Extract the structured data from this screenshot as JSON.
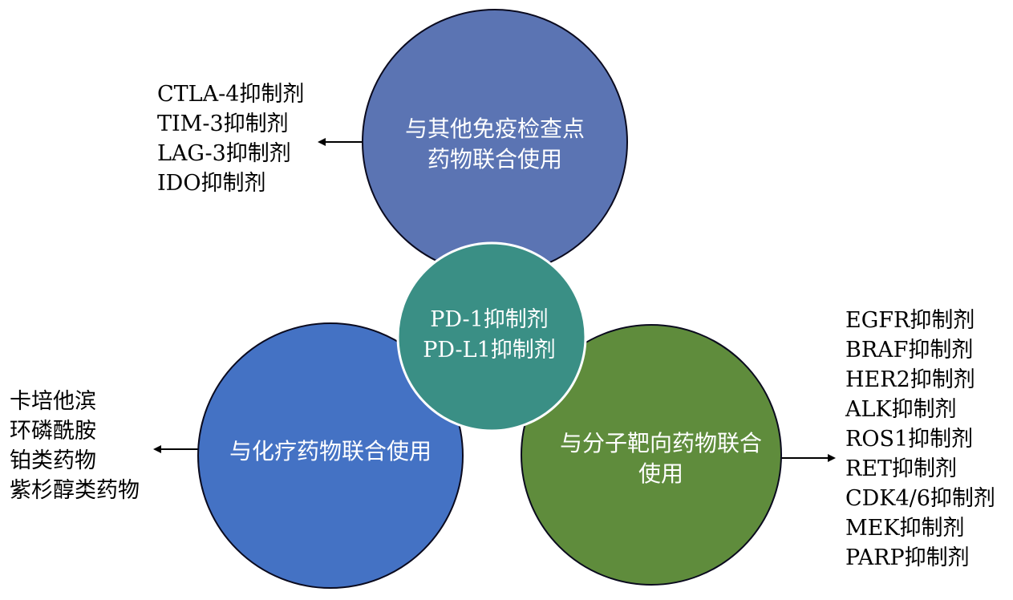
{
  "colors": {
    "top_circle": "#5b74b3",
    "left_circle": "#4472c4",
    "right_circle": "#5f8c3c",
    "center_circle": "#3a8f85",
    "circle_stroke": "#0a0a1e",
    "center_stroke": "#ffffff",
    "arrow": "#000000"
  },
  "top_circle": {
    "line1": "与其他免疫检查点",
    "line2": "药物联合使用"
  },
  "left_circle": {
    "label": "与化疗药物联合使用"
  },
  "right_circle": {
    "line1": "与分子靶向药物联合",
    "line2": "使用"
  },
  "center_circle": {
    "line1": "PD-1抑制剂",
    "line2": "PD-L1抑制剂"
  },
  "top_list": [
    "CTLA-4抑制剂",
    "TIM-3抑制剂",
    "LAG-3抑制剂",
    "IDO抑制剂"
  ],
  "left_list": [
    "卡培他滨",
    "环磷酰胺",
    "铂类药物",
    "紫杉醇类药物"
  ],
  "right_list": [
    "EGFR抑制剂",
    "BRAF抑制剂",
    "HER2抑制剂",
    "ALK抑制剂",
    "ROS1抑制剂",
    "RET抑制剂",
    "CDK4/6抑制剂",
    "MEK抑制剂",
    "PARP抑制剂"
  ]
}
